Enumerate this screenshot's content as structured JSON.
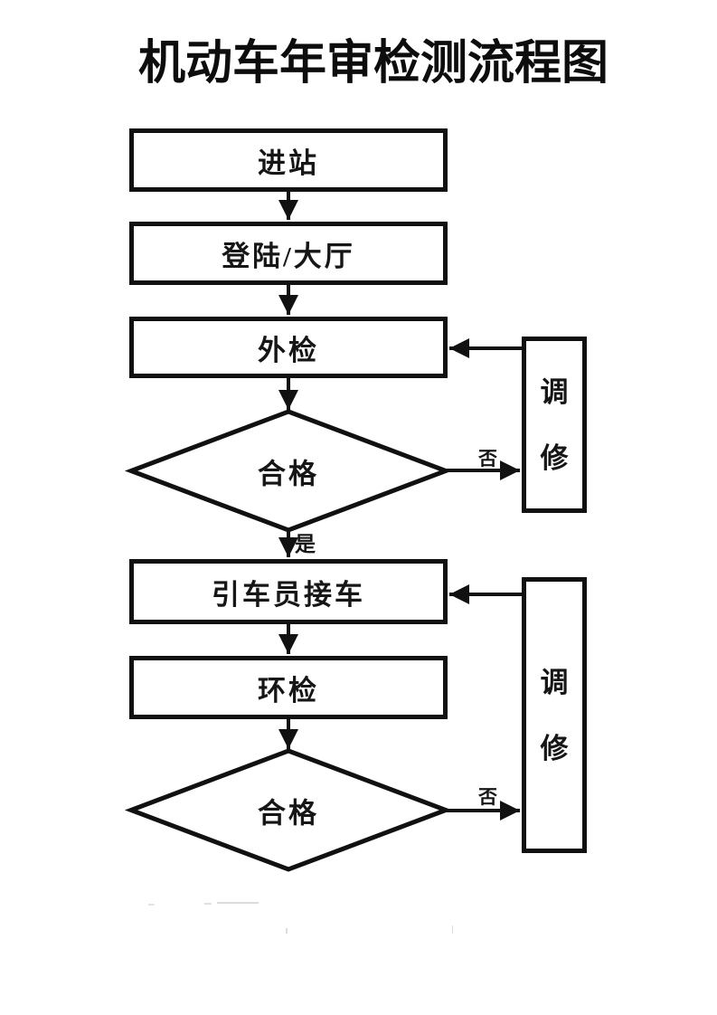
{
  "title": "机动车年审检测流程图",
  "nodes": {
    "enter_station": {
      "label": "进站"
    },
    "login_hall": {
      "label": "登陆/大厅"
    },
    "external_inspection": {
      "label": "外检"
    },
    "decision_qualified_1": {
      "label": "合格"
    },
    "driver_pickup": {
      "label": "引车员接车"
    },
    "env_inspection": {
      "label": "环检"
    },
    "decision_qualified_2": {
      "label": "合格"
    },
    "repair_1": {
      "label": "调修"
    },
    "repair_2": {
      "label": "调修"
    }
  },
  "edge_labels": {
    "yes": "是",
    "no_1": "否",
    "no_2": "否"
  },
  "colors": {
    "line": "#111111",
    "background": "#ffffff"
  }
}
